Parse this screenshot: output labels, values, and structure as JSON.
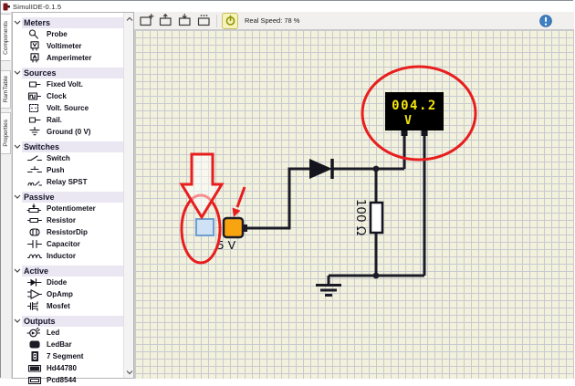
{
  "window": {
    "title": "SimulIDE-0.1.5"
  },
  "side_tabs": {
    "components": "Components",
    "ramtable": "RamTable",
    "properties": "Properties"
  },
  "toolbar": {
    "real_speed": "Real Speed: 78 %",
    "buttons": [
      "new-circuit",
      "open-circuit",
      "save-circuit",
      "export-circuit",
      "power"
    ]
  },
  "sidebar": {
    "sections": [
      {
        "title": "Meters",
        "items": [
          {
            "label": "Probe",
            "icon": "probe-icon"
          },
          {
            "label": "Voltimeter",
            "icon": "voltimeter-icon"
          },
          {
            "label": "Amperimeter",
            "icon": "amperimeter-icon"
          }
        ]
      },
      {
        "title": "Sources",
        "items": [
          {
            "label": "Fixed Volt.",
            "icon": "fixed-volt-icon"
          },
          {
            "label": "Clock",
            "icon": "clock-icon"
          },
          {
            "label": "Volt. Source",
            "icon": "volt-source-icon"
          },
          {
            "label": "Rail.",
            "icon": "rail-icon"
          },
          {
            "label": "Ground (0 V)",
            "icon": "ground-icon"
          }
        ]
      },
      {
        "title": "Switches",
        "items": [
          {
            "label": "Switch",
            "icon": "switch-icon"
          },
          {
            "label": "Push",
            "icon": "push-icon"
          },
          {
            "label": "Relay SPST",
            "icon": "relay-spst-icon"
          }
        ]
      },
      {
        "title": "Passive",
        "items": [
          {
            "label": "Potentiometer",
            "icon": "potentiometer-icon"
          },
          {
            "label": "Resistor",
            "icon": "resistor-icon"
          },
          {
            "label": "ResistorDip",
            "icon": "resistordip-icon"
          },
          {
            "label": "Capacitor",
            "icon": "capacitor-icon"
          },
          {
            "label": "Inductor",
            "icon": "inductor-icon"
          }
        ]
      },
      {
        "title": "Active",
        "items": [
          {
            "label": "Diode",
            "icon": "diode-icon"
          },
          {
            "label": "OpAmp",
            "icon": "opamp-icon"
          },
          {
            "label": "Mosfet",
            "icon": "mosfet-icon"
          }
        ]
      },
      {
        "title": "Outputs",
        "items": [
          {
            "label": "Led",
            "icon": "led-icon"
          },
          {
            "label": "LedBar",
            "icon": "ledbar-icon"
          },
          {
            "label": "7 Segment",
            "icon": "seven-segment-icon"
          },
          {
            "label": "Hd44780",
            "icon": "hd44780-icon"
          },
          {
            "label": "Pcd8544",
            "icon": "pcd8544-icon"
          }
        ]
      }
    ]
  },
  "canvas": {
    "voltmeter": {
      "reading": "004.2",
      "unit": "V"
    },
    "resistor": {
      "value": "100 Ω"
    },
    "source": {
      "label": "5 V"
    }
  },
  "colors": {
    "annotation_red": "#e81e1e",
    "voltmeter_text_yellow": "#f4e40a",
    "source_orange": "#f7a410",
    "blue_component": "#cfe1f4",
    "canvas_bg": "#f1f1dc",
    "grid_line": "#c9c9d2",
    "wire_black": "#1b1b28"
  }
}
